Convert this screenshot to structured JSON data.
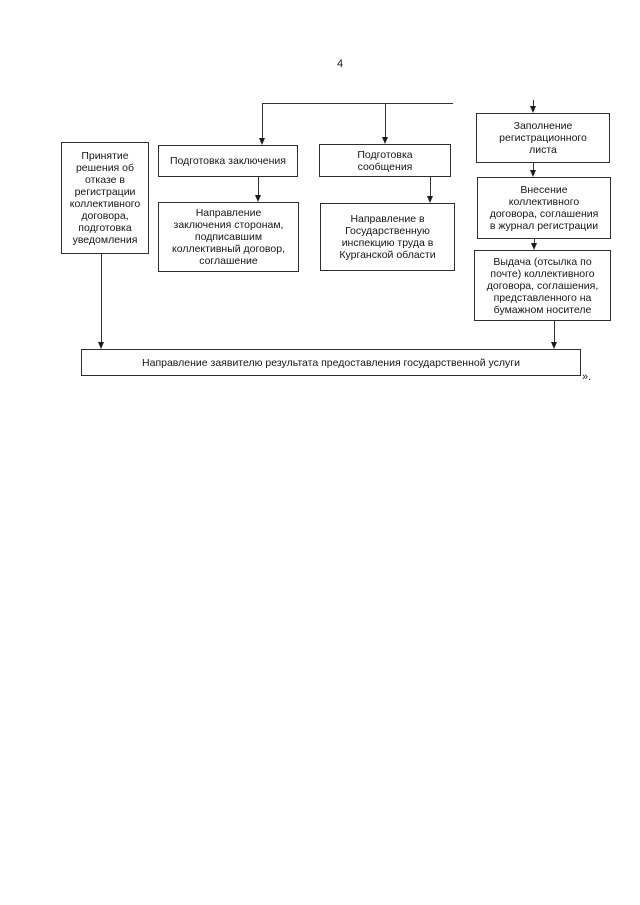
{
  "page": {
    "number": "4",
    "closing_mark": "»."
  },
  "boxes": {
    "decision_refusal": "Принятие\nрешения об\nотказе в\nрегистрации\nколлективного\nдоговора,\nподготовка\nуведомления",
    "prepare_conclusion": "Подготовка заключения",
    "send_conclusion": "Направление\nзаключения сторонам,\nподписавшим\nколлективный договор,\nсоглашение",
    "prepare_message": "Подготовка\nсообщения",
    "send_to_inspection": "Направление в\nГосударственную\nинспекцию труда в\nКурганской области",
    "fill_registration_sheet": "Заполнение\nрегистрационного\nлиста",
    "enter_registration_journal": "Внесение\nколлективного\nдоговора, соглашения\nв журнал регистрации",
    "issue_collective_agreement": "Выдача (отсылка по\nпочте) коллективного\nдоговора, соглашения,\nпредставленного на\nбумажном носителе",
    "send_result_to_applicant": "Направление заявителю результата предоставления государственной услуги"
  }
}
